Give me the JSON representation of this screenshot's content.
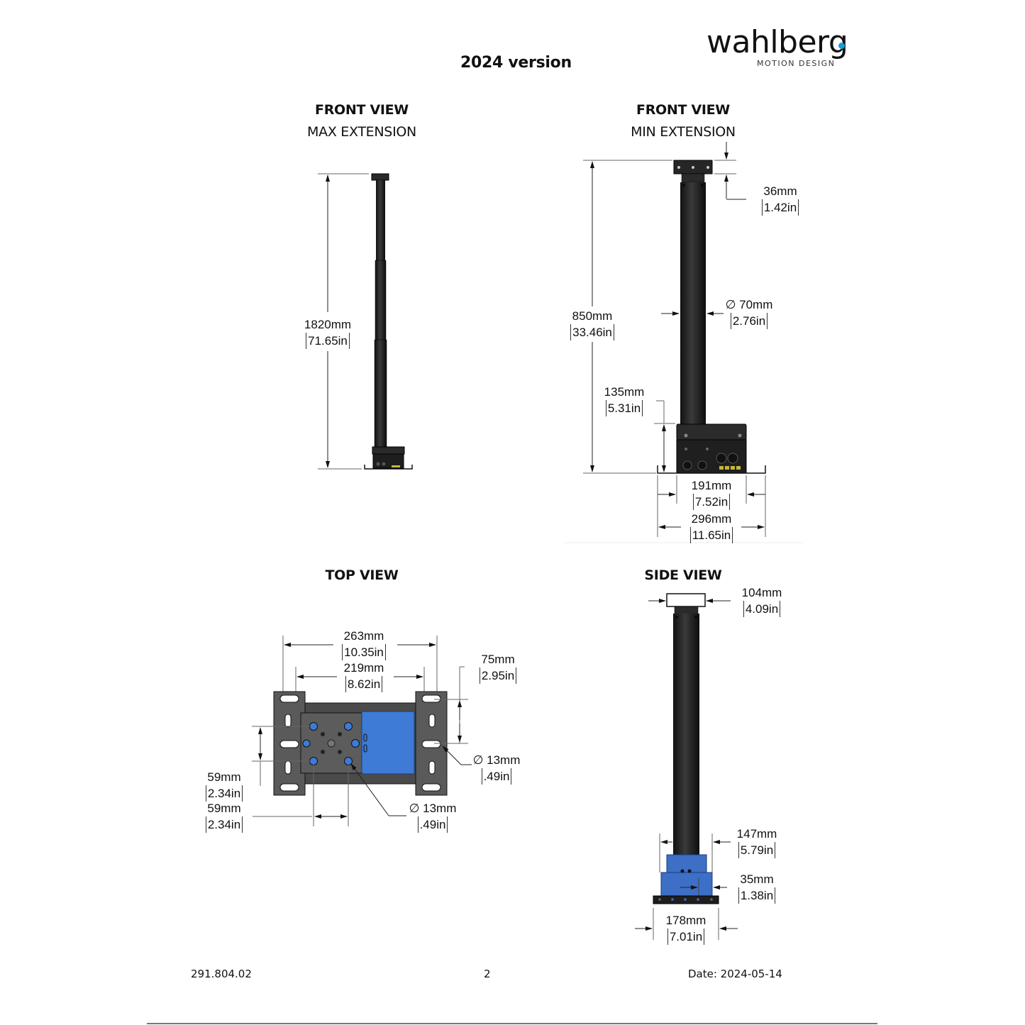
{
  "header": {
    "title": "2024 version",
    "logo": {
      "name": "wahlberg",
      "tagline": "MOTION DESIGN",
      "accent_color": "#1a9ad6"
    }
  },
  "views": {
    "front_max": {
      "title": "FRONT VIEW",
      "subtitle": "MAX EXTENSION",
      "dims": {
        "height": {
          "mm": "1820mm",
          "in": "71.65in"
        }
      }
    },
    "front_min": {
      "title": "FRONT VIEW",
      "subtitle": "MIN EXTENSION",
      "dims": {
        "plate": {
          "mm": "36mm",
          "in": "1.42in"
        },
        "diameter": {
          "mm": "∅ 70mm",
          "in": "2.76in"
        },
        "height": {
          "mm": "850mm",
          "in": "33.46in"
        },
        "box_height": {
          "mm": "135mm",
          "in": "5.31in"
        },
        "box_width": {
          "mm": "191mm",
          "in": "7.52in"
        },
        "base_width": {
          "mm": "296mm",
          "in": "11.65in"
        }
      }
    },
    "top": {
      "title": "TOP VIEW",
      "dims": {
        "outer_width": {
          "mm": "263mm",
          "in": "10.35in"
        },
        "inner_width": {
          "mm": "219mm",
          "in": "8.62in"
        },
        "slot_spacing": {
          "mm": "75mm",
          "in": "2.95in"
        },
        "slot_hole": {
          "mm": "∅ 13mm",
          "in": ".49in"
        },
        "hole_vertical": {
          "mm": "59mm",
          "in": "2.34in"
        },
        "hole_horizontal": {
          "mm": "59mm",
          "in": "2.34in"
        },
        "hole_diameter": {
          "mm": "∅ 13mm",
          "in": ".49in"
        }
      }
    },
    "side": {
      "title": "SIDE VIEW",
      "dims": {
        "plate_width": {
          "mm": "104mm",
          "in": "4.09in"
        },
        "box_width": {
          "mm": "147mm",
          "in": "5.79in"
        },
        "offset": {
          "mm": "35mm",
          "in": "1.38in"
        },
        "base_width": {
          "mm": "178mm",
          "in": "7.01in"
        }
      }
    }
  },
  "colors": {
    "metal_dark": "#1e1e1e",
    "plate_gray": "#5a5a5a",
    "accent_blue": "#3d7bd6"
  },
  "footer": {
    "doc_number": "291.804.02",
    "page": "2",
    "date": "Date: 2024-05-14"
  }
}
